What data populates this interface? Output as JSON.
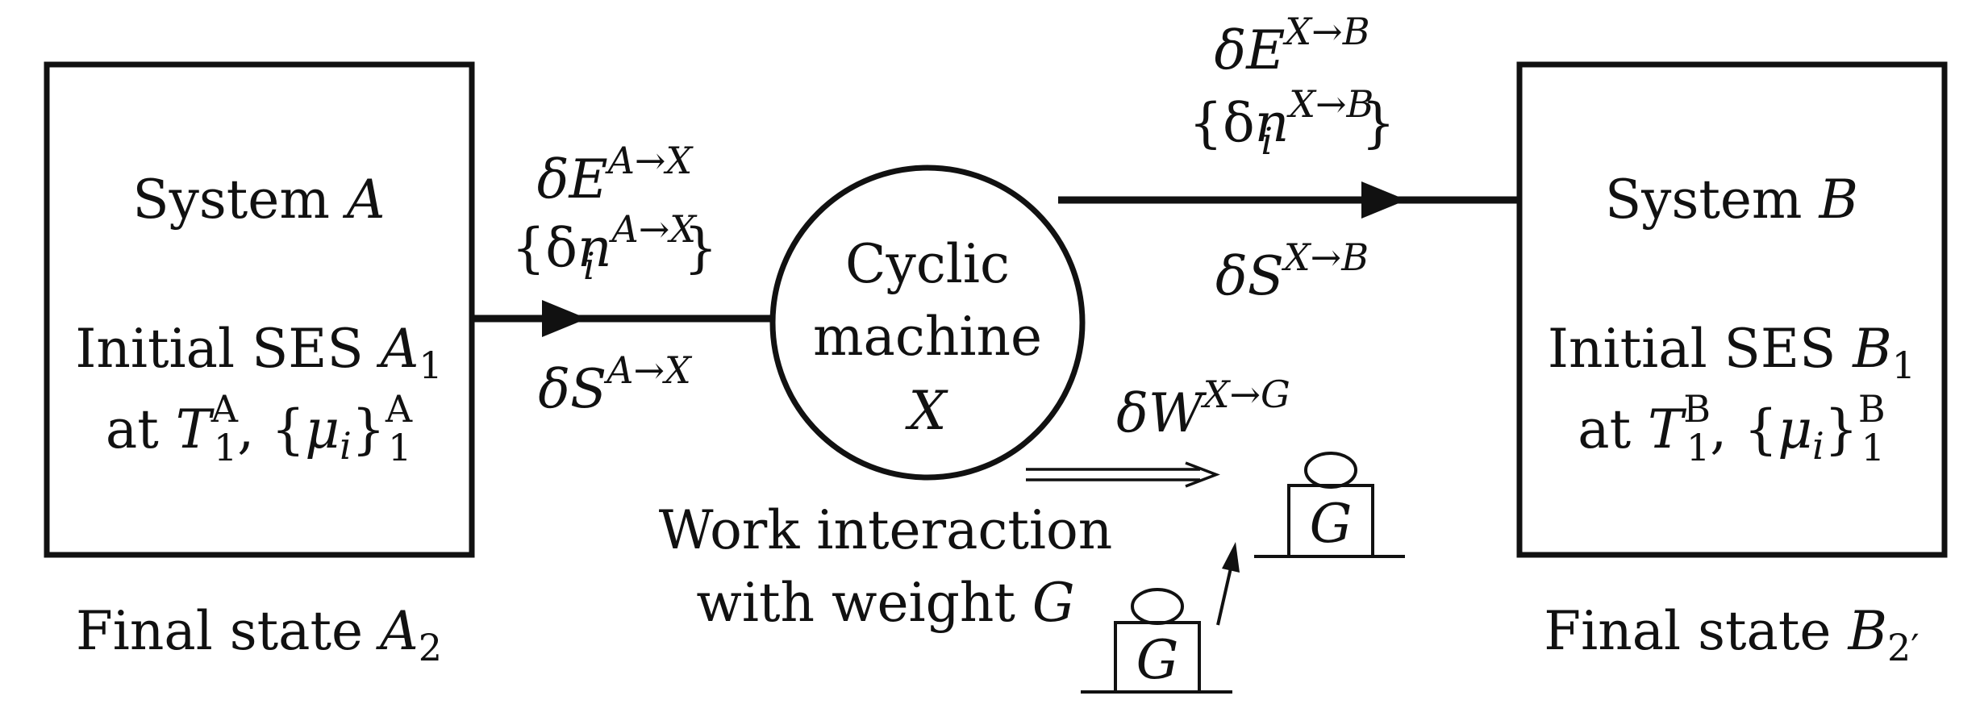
{
  "system_a": {
    "title": "System",
    "title_var": "A",
    "initial_prefix": "Initial SES",
    "initial_var": "A",
    "initial_sub": "1",
    "at_prefix": "at",
    "temp_var": "T",
    "temp_sub": "1",
    "temp_sup": "A",
    "chem_open": "{",
    "chem_var": "μ",
    "chem_var_sub": "i",
    "chem_close": "}",
    "chem_sub": "1",
    "chem_sup": "A",
    "final_prefix": "Final state",
    "final_var": "A",
    "final_sub": "2"
  },
  "system_b": {
    "title": "System",
    "title_var": "B",
    "initial_prefix": "Initial SES",
    "initial_var": "B",
    "initial_sub": "1",
    "at_prefix": "at",
    "temp_var": "T",
    "temp_sub": "1",
    "temp_sup": "B",
    "chem_open": "{",
    "chem_var": "μ",
    "chem_var_sub": "i",
    "chem_close": "}",
    "chem_sub": "1",
    "chem_sup": "B",
    "final_prefix": "Final state",
    "final_var": "B",
    "final_sub": "2′"
  },
  "machine": {
    "line1": "Cyclic",
    "line2": "machine",
    "line3": "X"
  },
  "flow_a_to_x": {
    "energy_delta": "δ",
    "energy_var": "E",
    "energy_sup": "A→X",
    "species_open": "{δ",
    "species_var": "n",
    "species_sub": "i",
    "species_sup": "A→X",
    "species_close": "}",
    "entropy_delta": "δ",
    "entropy_var": "S",
    "entropy_sup": "A→X"
  },
  "flow_x_to_b": {
    "energy_delta": "δ",
    "energy_var": "E",
    "energy_sup": "X→B",
    "species_open": "{δ",
    "species_var": "n",
    "species_sub": "i",
    "species_sup": "X→B",
    "species_close": "}",
    "entropy_delta": "δ",
    "entropy_var": "S",
    "entropy_sup": "X→B"
  },
  "work": {
    "delta": "δ",
    "var": "W",
    "sup": "X→G",
    "caption_line1": "Work interaction",
    "caption_line2_prefix": "with weight",
    "caption_line2_var": "G",
    "weight_label": "G"
  },
  "colors": {
    "ink": "#111111",
    "background": "#ffffff"
  }
}
